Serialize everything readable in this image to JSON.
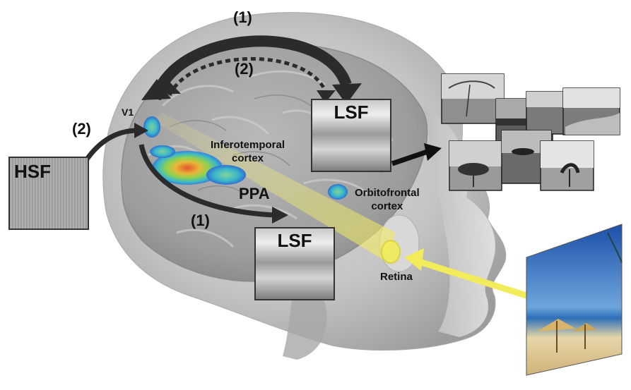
{
  "labels": {
    "v1": "V1",
    "it_line1": "Inferotemporal",
    "it_line2": "cortex",
    "ppa": "PPA",
    "ofc_line1": "Orbitofrontal",
    "ofc_line2": "cortex",
    "retina": "Retina",
    "path1_top": "(1)",
    "path2_top": "(2)",
    "path1_bottom": "(1)",
    "path2_left": "(2)",
    "lsf_top": "LSF",
    "lsf_bottom": "LSF",
    "hsf": "HSF"
  },
  "colors": {
    "arrow_dark": "#2b2b2b",
    "light_beam": "#f2ec5a",
    "activation_blue": "#3a7fd6",
    "activation_green": "#8fd14f",
    "activation_red": "#e2562b"
  },
  "icons": {
    "head": "head-mri-sagittal",
    "beach_photo": "beach-scene-image",
    "scene_thumbnails": "scene-thumbnail-images"
  }
}
